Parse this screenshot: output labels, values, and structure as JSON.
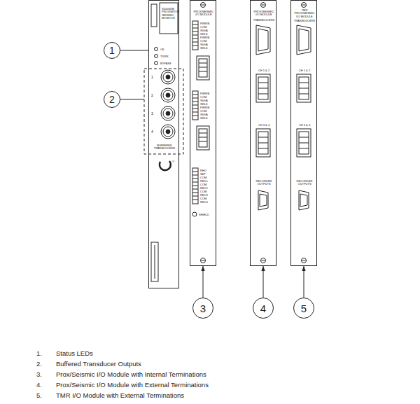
{
  "diagram": {
    "nodes": [
      {
        "text": [
          "1"
        ]
      },
      {
        "text": [
          "2"
        ]
      },
      {
        "text": [
          "3500/40M PROXIMITOR /SEISMIC MONITOR",
          "OK",
          "TX/RX",
          "BYPASS",
          "1",
          "2",
          "3",
          "4",
          "BUFFERED TRANSDUCERS",
          "®"
        ]
      },
      {
        "text": [
          "PROX/SEISMIC I/O MODULE",
          "PWR/B",
          "COM",
          "SIG/A",
          "SHLD",
          "PWR/B",
          "COM",
          "SIG/A",
          "SHLD",
          "PWR/B",
          "COM",
          "SIG/A",
          "SHLD",
          "PWR/B",
          "COM",
          "SIG/A",
          "SHLD",
          "RHO",
          "SET",
          "COM",
          "REC1",
          "COM",
          "REC2",
          "COM",
          "REC3",
          "COM",
          "REC4",
          "SHIELD"
        ]
      },
      {
        "text": [
          "PROX/SEISMIC I/O MODULE",
          "TRANSDUCERS",
          "CH 1 & 2",
          "CH 3 & 4",
          "RECORDER OUTPUTS"
        ]
      },
      {
        "text": [
          "TMR PROX/SEISMIC I/O MODULE",
          "TRANSDUCERS",
          "CH 1 & 2",
          "CH 3 & 4",
          "RECORDER OUTPUTS"
        ]
      },
      {
        "text": [
          "3"
        ]
      },
      {
        "text": [
          "4"
        ]
      },
      {
        "text": [
          "5"
        ]
      }
    ],
    "edges": [
      {
        "from": 0,
        "to": 2,
        "arrow": "none"
      },
      {
        "from": 6,
        "to": 3,
        "arrow": "to"
      },
      {
        "from": 7,
        "to": 4,
        "arrow": "to"
      },
      {
        "from": 8,
        "to": 5,
        "arrow": "to"
      }
    ],
    "labels": [
      "1.",
      "Status LEDs",
      "2.",
      "Buffered Transducer Outputs",
      "3.",
      "Prox/Seismic I/O Module with Internal Terminations",
      "4.",
      "Prox/Seismic I/O Module with External Terminations",
      "5.",
      "TMR I/O Module with External Terminations"
    ]
  }
}
